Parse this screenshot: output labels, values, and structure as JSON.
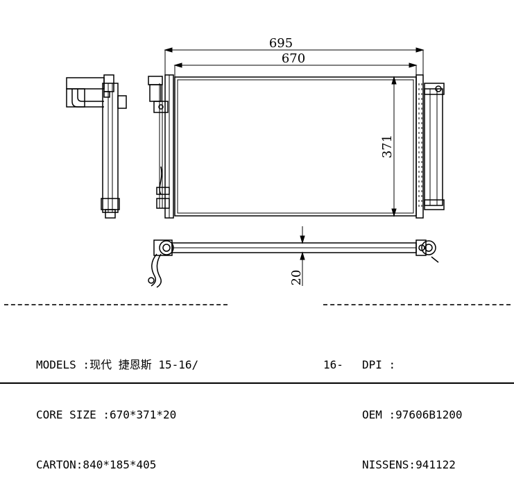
{
  "dimensions": {
    "overall_width": "695",
    "core_width": "670",
    "core_height": "371",
    "thickness": "20"
  },
  "specs_left": {
    "models_line": "MODELS :现代 捷恩斯 15-16/",
    "core_size_line": "CORE SIZE :670*371*20",
    "carton_line": "CARTON:840*185*405"
  },
  "specs_mid": {
    "models_cont": "16-"
  },
  "specs_right": {
    "dpi_line": "DPI :",
    "oem_line": "OEM :97606B1200",
    "nissens_line": "NISSENS:941122"
  }
}
